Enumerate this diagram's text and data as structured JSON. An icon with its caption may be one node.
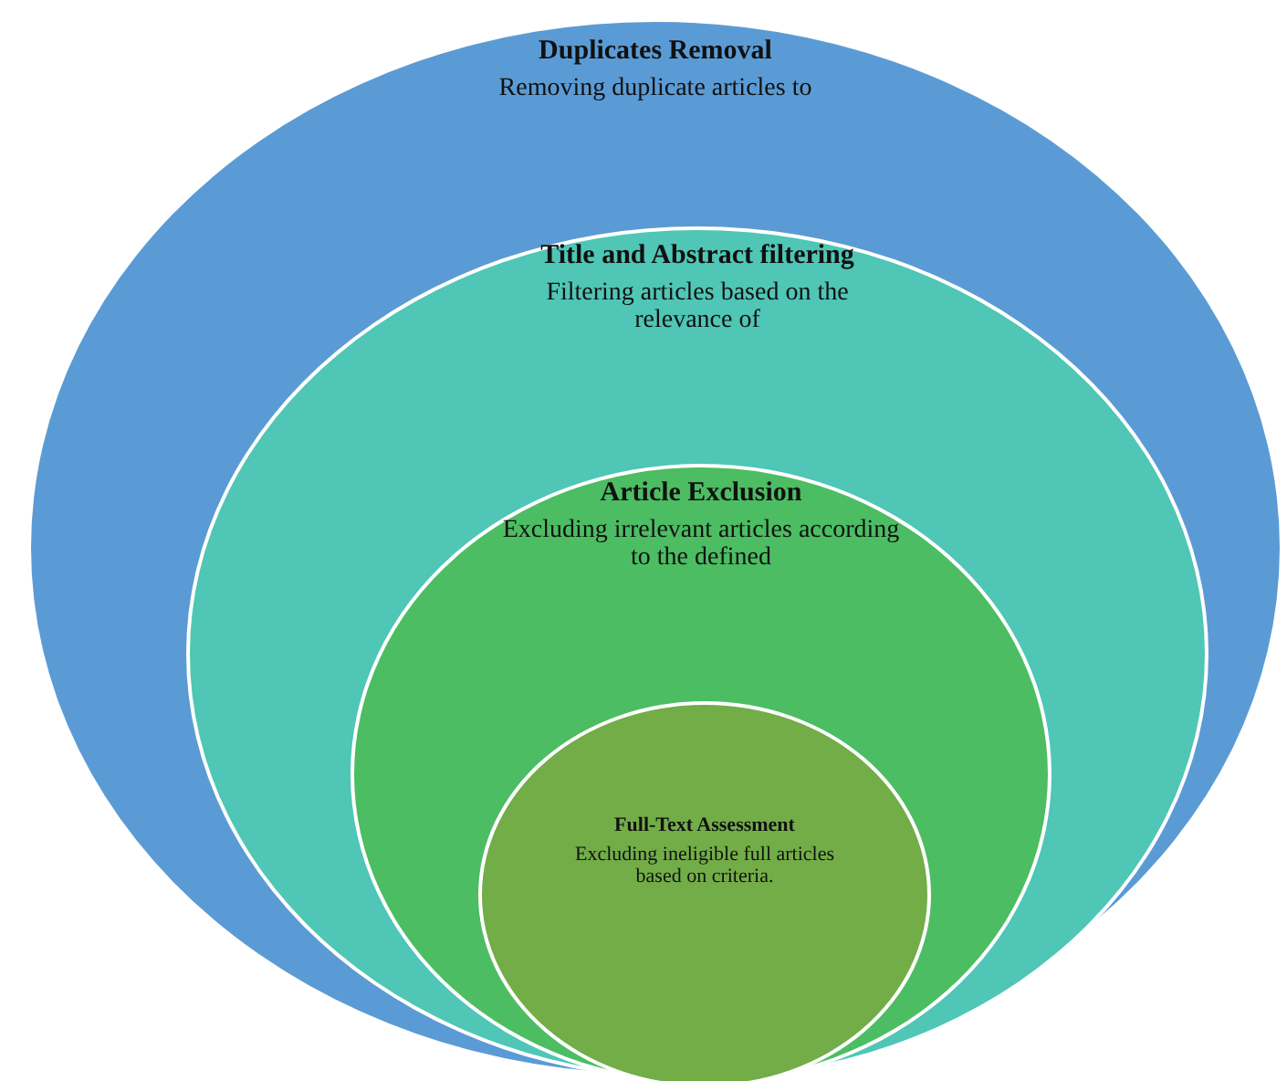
{
  "diagram": {
    "nodes": [
      {
        "text": [
          "Duplicates Removal",
          "Removing duplicate articles to"
        ]
      },
      {
        "text": [
          "Title and Abstract filtering",
          "Filtering articles based on the relevance of"
        ],
        "in": 0
      },
      {
        "text": [
          "Article Exclusion",
          "Excluding irrelevant articles according to the defined"
        ],
        "in": 1
      },
      {
        "text": [
          "Full-Text Assessment",
          "Excluding ineligible full articles based on criteria."
        ],
        "in": 2
      }
    ]
  }
}
